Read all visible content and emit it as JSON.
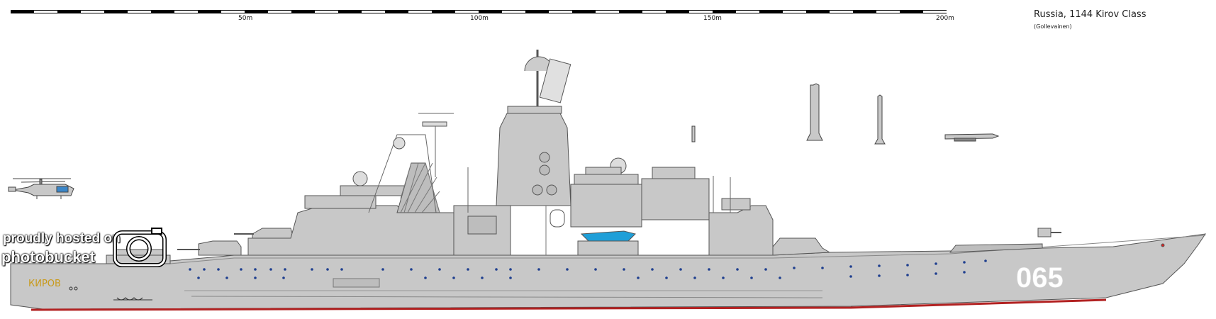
{
  "header": {
    "title": "Russia, 1144 Kirov Class",
    "subtitle": "(Gollevainen)"
  },
  "scale": {
    "labels": [
      "50m",
      "100m",
      "150m",
      "200m"
    ]
  },
  "ship": {
    "hull_number": "065",
    "name_text": "КИРОВ"
  },
  "watermark": {
    "line1": "proudly hosted on",
    "line2": "photobucket"
  },
  "colors": {
    "hull": "#c8c8c8",
    "deck": "#b9b9b9",
    "outline": "#555555",
    "waterline": "#b22222",
    "porthole": "#1f3f8f",
    "boat": "#1f9fd8",
    "name": "#c99a1c"
  }
}
